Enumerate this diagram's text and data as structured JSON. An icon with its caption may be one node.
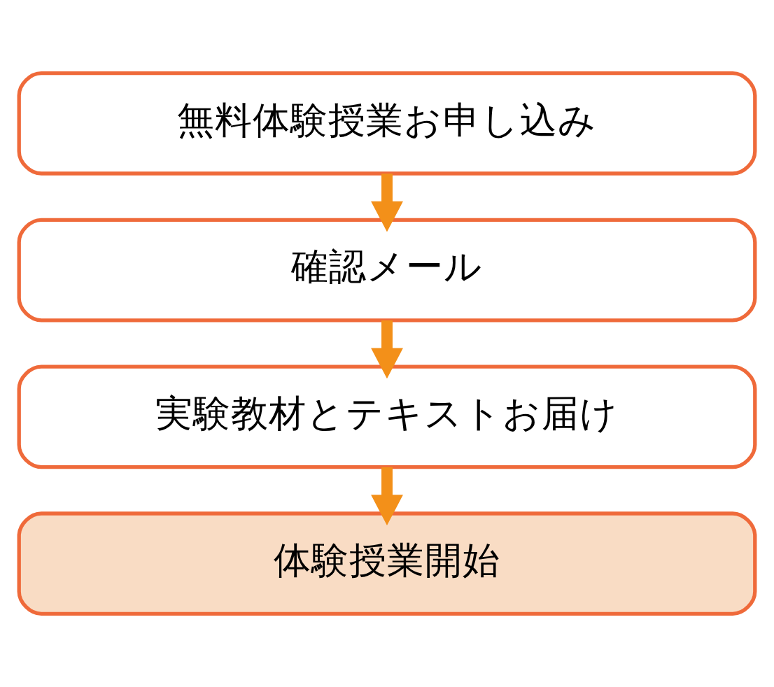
{
  "diagram": {
    "nodes": [
      {
        "text": [
          "無料体験授業お申し込み"
        ]
      },
      {
        "text": [
          "確認メール"
        ]
      },
      {
        "text": [
          "実験教材とテキストお届け"
        ]
      },
      {
        "text": [
          "体験授業開始"
        ]
      }
    ],
    "edges": [
      {
        "from": 0,
        "to": 1,
        "arrow": "to"
      },
      {
        "from": 1,
        "to": 2,
        "arrow": "to"
      },
      {
        "from": 2,
        "to": 3,
        "arrow": "to"
      }
    ]
  }
}
